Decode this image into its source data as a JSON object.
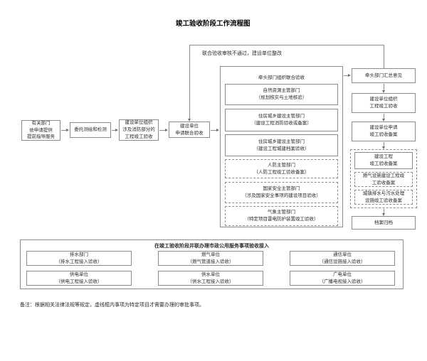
{
  "title": "竣工验收阶段工作流程图",
  "feedback_label": "联合验收审核不通过，建设单位整改",
  "left_flow": [
    {
      "lines": [
        "有关部门",
        "依申请提供",
        "提前指导服务"
      ]
    },
    {
      "lines": [
        "委托测绘和检测"
      ]
    },
    {
      "lines": [
        "建设单位组织",
        "涉及消防部分的",
        "工程竣工验收"
      ]
    },
    {
      "lines": [
        "建设单位",
        "申请联合验收"
      ]
    }
  ],
  "joint_acceptance": {
    "title": "牵头部门组织联合验收",
    "departments": [
      {
        "name": "自然资源主管部门",
        "detail": "（规划核实与土地核验）"
      },
      {
        "name": "住房城乡建设主管部门",
        "detail": "（建设工程消防验收或备案）"
      },
      {
        "name": "住房城乡建设主管部门",
        "detail": "（建设工程城建档案验收）"
      },
      {
        "name": "人防主管部门",
        "detail": "（人防工程竣工验收备案）"
      },
      {
        "name": "国家安全主管部门",
        "detail": "（涉及国家安全事项的建设项目验收）"
      },
      {
        "name": "气象主管部门",
        "detail": "（特定项目雷电防护装置竣工验收）"
      }
    ]
  },
  "right_flow": [
    {
      "lines": [
        "牵头部门汇总意见"
      ]
    },
    {
      "lines": [
        "建设单位组织",
        "工程竣工验收"
      ]
    },
    {
      "lines": [
        "建设单位申请",
        "竣工验收备案"
      ]
    }
  ],
  "filing_group": {
    "main": {
      "lines": [
        "建设工程",
        "竣工验收备案"
      ]
    },
    "optional": [
      {
        "lines": [
          "燃气设施建设工程竣",
          "工验收备案"
        ]
      },
      {
        "lines": [
          "城镇排水与污水处理",
          "设施竣工验收备案"
        ]
      }
    ]
  },
  "archive_label": "档案归档",
  "bottom_section": {
    "title": "在竣工验收阶段并联办理市政公用服务事项验收接入",
    "items": [
      {
        "name": "排水部门",
        "detail": "（排水工程接入验收）"
      },
      {
        "name": "燃气单位",
        "detail": "（燃气管道接入验收）"
      },
      {
        "name": "通信单位",
        "detail": "（通信设施接入验收）"
      },
      {
        "name": "供电单位",
        "detail": "（供电工程接入验收）"
      },
      {
        "name": "供水单位",
        "detail": "（供水工程接入验收）"
      },
      {
        "name": "广电单位",
        "detail": "（广播电视接入验收）"
      }
    ]
  },
  "note": "备注：根据相关法律法规等规定，虚线框内事项为特定项目才需要办理的审批事项。",
  "colors": {
    "line": "#8c8c8c",
    "text": "#2b2b2b"
  }
}
